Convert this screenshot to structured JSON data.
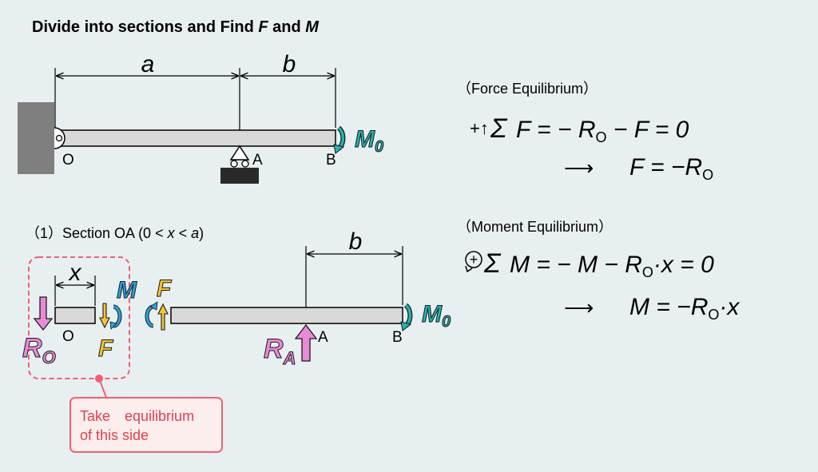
{
  "title": {
    "prefix": "Divide into sections and Find ",
    "f": "F",
    "and": " and ",
    "m": "M"
  },
  "top_beam": {
    "dim_a": "a",
    "dim_b": "b",
    "label_o": "O",
    "label_a": "A",
    "label_b": "B",
    "moment_main": "M",
    "moment_sub": "0"
  },
  "section": {
    "heading_prefix": "（1）Section OA (0 < ",
    "heading_x": "x",
    "heading_mid": " < ",
    "heading_a": "a",
    "heading_suffix": ")",
    "dim_x": "x",
    "dim_b": "b",
    "label_o": "O",
    "label_a": "A",
    "label_b": "B",
    "ro_main": "R",
    "ro_sub": "O",
    "ra_main": "R",
    "ra_sub": "A",
    "f_upper": "F",
    "f_lower": "F",
    "m_cut": "M",
    "moment_main": "M",
    "moment_sub": "0"
  },
  "callout": {
    "line1": "Take　equilibrium",
    "line2": "of this side"
  },
  "force_eq": {
    "heading": "（Force Equilibrium）",
    "prefix": "+↑",
    "sigma": "Σ",
    "line1_a": "F = − R",
    "line1_sub": "O",
    "line1_b": " − F = 0",
    "arrow": "⟶",
    "line2_a": "F = −R",
    "line2_sub": "O"
  },
  "moment_eq": {
    "heading": "（Moment Equilibrium）",
    "plus": "+",
    "sigma": "Σ",
    "line1_a": "M = − M − R",
    "line1_sub": "O",
    "line1_b": "·x = 0",
    "arrow": "⟶",
    "line2_a": "M = −R",
    "line2_sub": "O",
    "line2_b": "·x"
  },
  "colors": {
    "background": "#e8eff1",
    "beam_fill": "#d9d9d9",
    "wall": "#7f7f7f",
    "support_base": "#2a2a2a",
    "teal": "#22b3b3",
    "pink": "#e98ad8",
    "yellow": "#f5c435",
    "blue": "#2aa3dd",
    "callout_red": "#f06070",
    "callout_fill": "#fdeeee"
  }
}
